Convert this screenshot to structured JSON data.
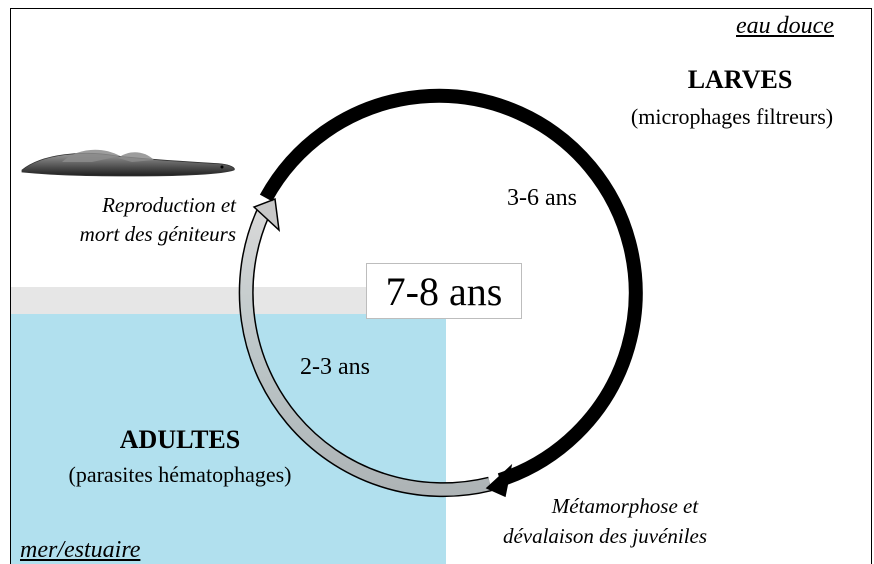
{
  "zones": {
    "freshwater_label": "eau douce",
    "sea_label": "mer/estuaire",
    "sea_color": "#b1e0ee"
  },
  "stages": {
    "larvae": {
      "title": "LARVES",
      "subtitle": "(microphages filtreurs)",
      "duration": "3-6 ans"
    },
    "adults": {
      "title": "ADULTES",
      "subtitle": "(parasites hématophages)",
      "duration": "2-3 ans"
    }
  },
  "events": {
    "reproduction": [
      "Reproduction et",
      "mort des géniteurs"
    ],
    "metamorphosis": [
      "Métamorphose et",
      "dévalaison des juvéniles"
    ]
  },
  "total_duration": "7-8 ans",
  "icons": {
    "lamprey": "lamprey-illustration"
  }
}
